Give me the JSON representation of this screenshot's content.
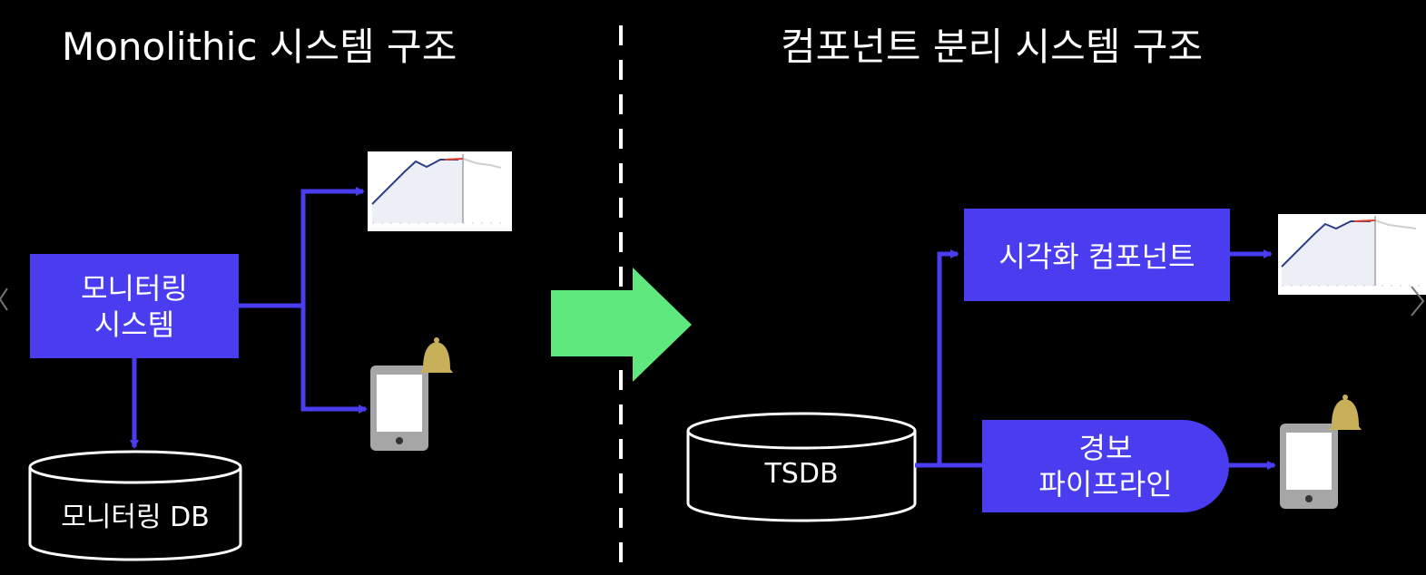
{
  "left": {
    "title": "Monolithic 시스템 구조",
    "monitoring_system": [
      "모니터링",
      "시스템"
    ],
    "database": "모니터링 DB"
  },
  "right": {
    "title": "컴포넌트 분리 시스템 구조",
    "tsdb": "TSDB",
    "visualization": "시각화 컴포넌트",
    "alert_pipeline": [
      "경보",
      "파이프라인"
    ]
  },
  "colors": {
    "background": "#000000",
    "box": "#4a3df0",
    "arrow_big": "#5ee87e",
    "chart_panel": "#ffffff",
    "phone": "#a6a6a6",
    "bell": "#c8b05a"
  },
  "icons": [
    "chart-thumbnail-icon",
    "phone-icon",
    "bell-icon",
    "transition-arrow-icon",
    "chevron-left-icon",
    "chevron-right-icon"
  ]
}
